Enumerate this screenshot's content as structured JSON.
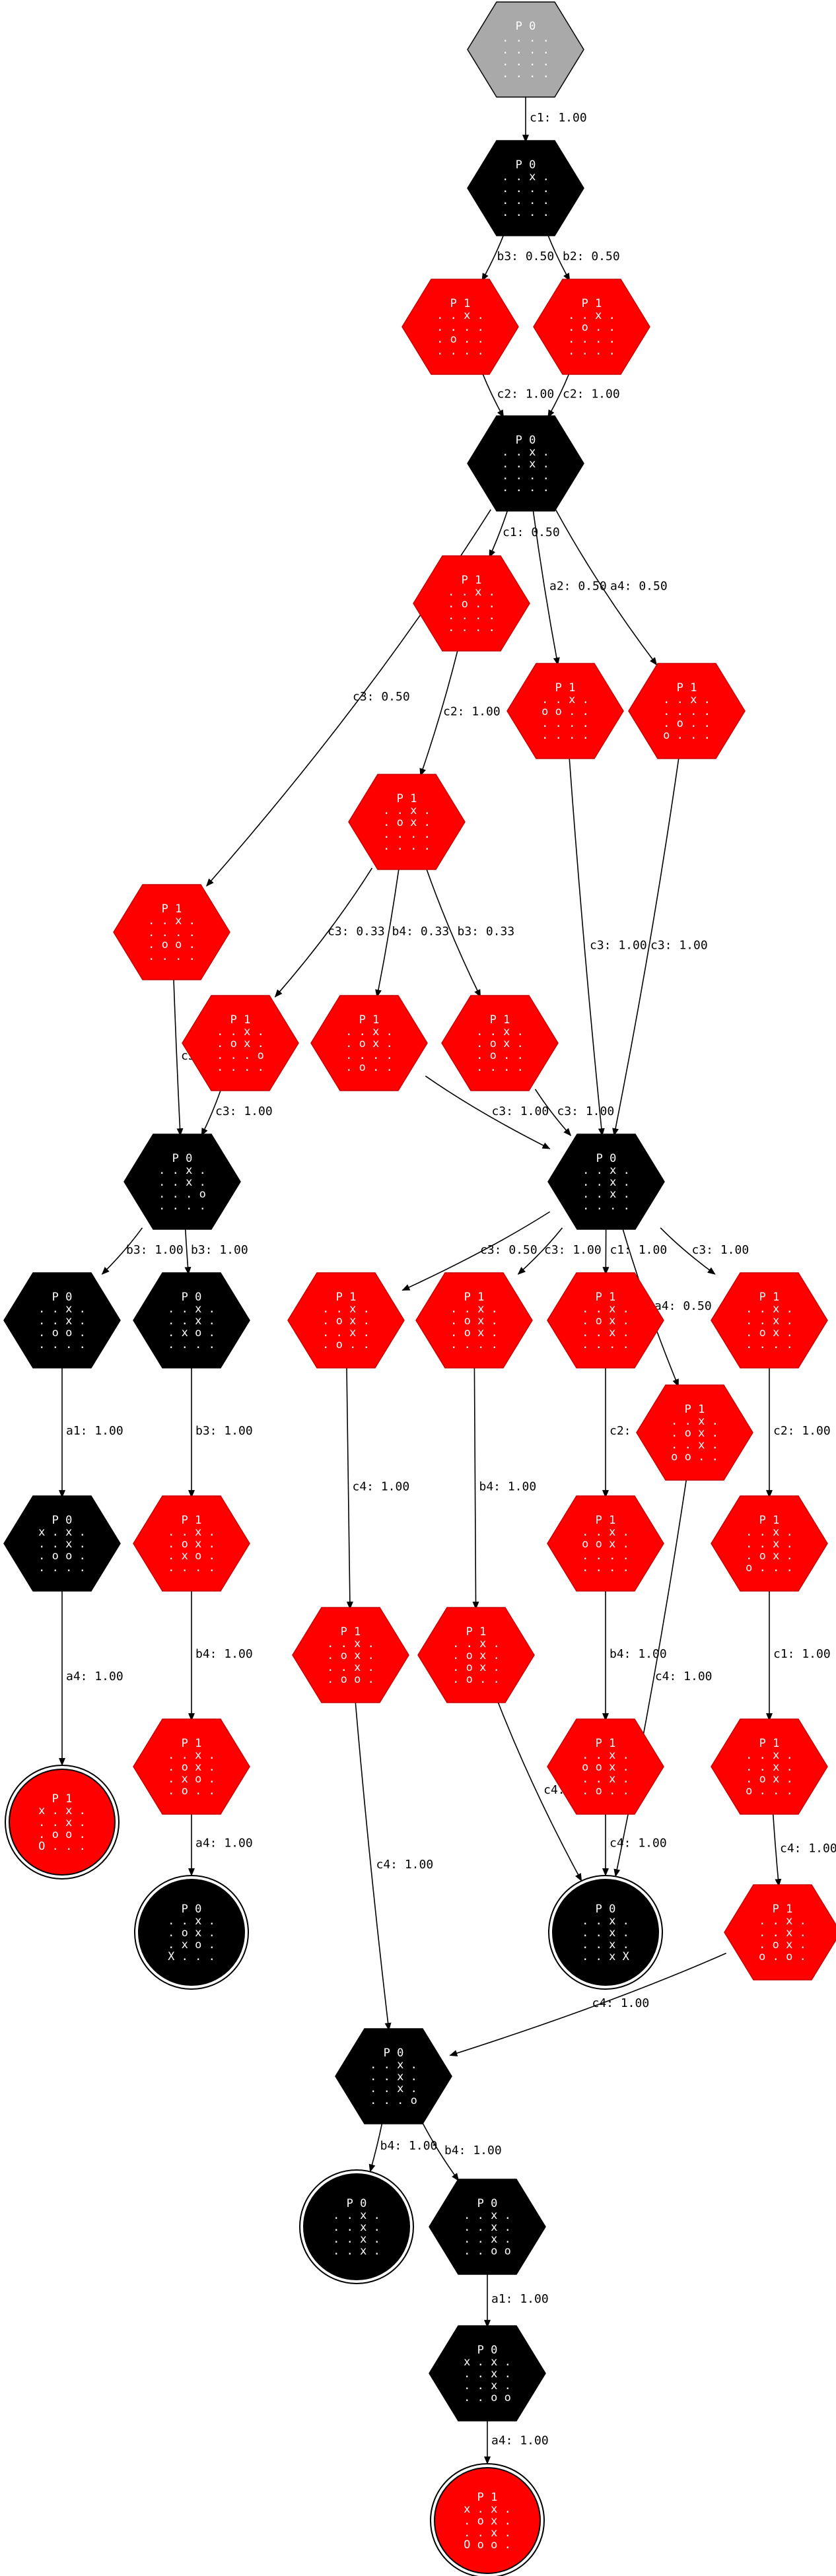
{
  "colors": {
    "p0": "#000000",
    "p1": "#ff0000",
    "root": "#a9a9a9",
    "edge": "#000000",
    "node_text": "#ffffff",
    "edge_text": "#000000"
  },
  "nodes": [
    {
      "id": "n0",
      "kind": "root",
      "shape": "hex",
      "lines": [
        "P 0",
        ". . . .",
        ". . . .",
        ". . . .",
        ". . . ."
      ]
    },
    {
      "id": "n1",
      "kind": "p0",
      "shape": "hex",
      "lines": [
        "P 0",
        ". . x .",
        ". . . .",
        ". . . .",
        ". . . ."
      ]
    },
    {
      "id": "n2",
      "kind": "p1",
      "shape": "hex",
      "lines": [
        "P 1",
        ". . x .",
        ". . . .",
        ". o . .",
        ". . . ."
      ]
    },
    {
      "id": "n3",
      "kind": "p1",
      "shape": "hex",
      "lines": [
        "P 1",
        ". . x .",
        ". o . .",
        ". . . .",
        ". . . ."
      ]
    },
    {
      "id": "n4",
      "kind": "p0",
      "shape": "hex",
      "lines": [
        "P 0",
        ". . x .",
        ". . x .",
        ". . . .",
        ". . . ."
      ]
    },
    {
      "id": "n5",
      "kind": "p1",
      "shape": "hex",
      "lines": [
        "P 1",
        ". . x .",
        ". o . .",
        ". . . .",
        ". . . ."
      ]
    },
    {
      "id": "n6",
      "kind": "p1",
      "shape": "hex",
      "lines": [
        "P 1",
        ". . x .",
        "o o . .",
        ". . . .",
        ". . . ."
      ]
    },
    {
      "id": "n7",
      "kind": "p1",
      "shape": "hex",
      "lines": [
        "P 1",
        ". . x .",
        ". . . .",
        ". o . .",
        "o . . ."
      ]
    },
    {
      "id": "n8",
      "kind": "p1",
      "shape": "hex",
      "lines": [
        "P 1",
        ". . x .",
        ". . . .",
        ". o o .",
        ". . . ."
      ]
    },
    {
      "id": "n9",
      "kind": "p1",
      "shape": "hex",
      "lines": [
        "P 1",
        ". . x .",
        ". o x .",
        ". . . .",
        ". . . ."
      ]
    },
    {
      "id": "n10",
      "kind": "p1",
      "shape": "hex",
      "lines": [
        "P 1",
        ". . x .",
        ". o x .",
        ". . . o",
        ". . . ."
      ]
    },
    {
      "id": "n11",
      "kind": "p1",
      "shape": "hex",
      "lines": [
        "P 1",
        ". . x .",
        ". o x .",
        ". . . .",
        ". o . ."
      ]
    },
    {
      "id": "n12",
      "kind": "p1",
      "shape": "hex",
      "lines": [
        "P 1",
        ". . x .",
        ". o x .",
        ". o . .",
        ". . . ."
      ]
    },
    {
      "id": "n13",
      "kind": "p0",
      "shape": "hex",
      "lines": [
        "P 0",
        ". . x .",
        ". . x .",
        ". . . o",
        ". . . ."
      ]
    },
    {
      "id": "n14",
      "kind": "p0",
      "shape": "hex",
      "lines": [
        "P 0",
        ". . x .",
        ". . x .",
        ". . x .",
        ". . . ."
      ]
    },
    {
      "id": "n15",
      "kind": "p0",
      "shape": "hex",
      "lines": [
        "P 0",
        ". . x .",
        ". . x .",
        ". o o .",
        ". . . ."
      ]
    },
    {
      "id": "n16",
      "kind": "p0",
      "shape": "hex",
      "lines": [
        "P 0",
        ". . x .",
        ". . x .",
        ". x o .",
        ". . . ."
      ]
    },
    {
      "id": "n17",
      "kind": "p0",
      "shape": "hex",
      "lines": [
        "P 0",
        "x . x .",
        ". . x .",
        ". o o .",
        ". . . ."
      ]
    },
    {
      "id": "n18",
      "kind": "p1",
      "shape": "circle",
      "lines": [
        "P 1",
        "x . x .",
        ". . x .",
        ". o o .",
        "O . . ."
      ]
    },
    {
      "id": "n19",
      "kind": "p1",
      "shape": "hex",
      "lines": [
        "P 1",
        ". . x .",
        ". o x .",
        ". x o .",
        ". . . ."
      ]
    },
    {
      "id": "n20",
      "kind": "p1",
      "shape": "hex",
      "lines": [
        "P 1",
        ". . x .",
        ". o x .",
        ". x o .",
        ". o . ."
      ]
    },
    {
      "id": "n21",
      "kind": "p0",
      "shape": "circle",
      "lines": [
        "P 0",
        ". . x .",
        ". o x .",
        ". x o .",
        "X . . ."
      ]
    },
    {
      "id": "n22",
      "kind": "p1",
      "shape": "hex",
      "lines": [
        "P 1",
        ". . x .",
        ". o x .",
        ". . x .",
        ". o . ."
      ]
    },
    {
      "id": "n23",
      "kind": "p1",
      "shape": "hex",
      "lines": [
        "P 1",
        ". . x .",
        ". o x .",
        ". o x .",
        ". . . ."
      ]
    },
    {
      "id": "n24",
      "kind": "p1",
      "shape": "hex",
      "lines": [
        "P 1",
        ". . x .",
        ". o x .",
        ". . x .",
        ". . . ."
      ]
    },
    {
      "id": "n25",
      "kind": "p1",
      "shape": "hex",
      "lines": [
        "P 1",
        ". . x .",
        ". o x .",
        ". . x .",
        "o o . ."
      ]
    },
    {
      "id": "n26",
      "kind": "p1",
      "shape": "hex",
      "lines": [
        "P 1",
        ". . x .",
        ". . x .",
        ". o x .",
        ". . . ."
      ]
    },
    {
      "id": "n27",
      "kind": "p1",
      "shape": "hex",
      "lines": [
        "P 1",
        ". . x .",
        ". o x .",
        ". . x .",
        ". o o ."
      ]
    },
    {
      "id": "n28",
      "kind": "p1",
      "shape": "hex",
      "lines": [
        "P 1",
        ". . x .",
        ". o x .",
        ". o x .",
        ". o . ."
      ]
    },
    {
      "id": "n29",
      "kind": "p1",
      "shape": "hex",
      "lines": [
        "P 1",
        ". . x .",
        "o o x .",
        ". . . .",
        ". . . ."
      ]
    },
    {
      "id": "n30",
      "kind": "p1",
      "shape": "hex",
      "lines": [
        "P 1",
        ". . x .",
        ". . x .",
        ". o x .",
        "o . . ."
      ]
    },
    {
      "id": "n31",
      "kind": "p1",
      "shape": "hex",
      "lines": [
        "P 1",
        ". . x .",
        "o o x .",
        ". . x .",
        ". o . ."
      ]
    },
    {
      "id": "n32",
      "kind": "p0",
      "shape": "circle",
      "lines": [
        "P 0",
        ". . x .",
        ". . x .",
        ". . x .",
        ". . x X"
      ]
    },
    {
      "id": "n33",
      "kind": "p1",
      "shape": "hex",
      "lines": [
        "P 1",
        ". . x .",
        ". . x .",
        ". o x .",
        "o . . ."
      ]
    },
    {
      "id": "n34",
      "kind": "p1",
      "shape": "hex",
      "lines": [
        "P 1",
        ". . x .",
        ". . x .",
        ". o x .",
        "o . . ."
      ]
    },
    {
      "id": "n35",
      "kind": "p1",
      "shape": "hex",
      "lines": [
        "P 1",
        ". . x .",
        ". . x .",
        ". o x .",
        "o . o ."
      ]
    },
    {
      "id": "n36",
      "kind": "p0",
      "shape": "hex",
      "lines": [
        "P 0",
        ". . x .",
        ". . x .",
        ". . x .",
        ". . . o"
      ]
    },
    {
      "id": "n37",
      "kind": "p0",
      "shape": "circle",
      "lines": [
        "P 0",
        ". . x .",
        ". . x .",
        ". . x .",
        ". . x ."
      ]
    },
    {
      "id": "n38",
      "kind": "p0",
      "shape": "hex",
      "lines": [
        "P 0",
        ". . x .",
        ". . x .",
        ". . x .",
        ". . o o"
      ]
    },
    {
      "id": "n39",
      "kind": "p0",
      "shape": "hex",
      "lines": [
        "P 0",
        "x . x .",
        ". . x .",
        ". . x .",
        ". . o o"
      ]
    },
    {
      "id": "n40",
      "kind": "p1",
      "shape": "circle",
      "lines": [
        "P 1",
        "x . x .",
        ". o x .",
        ". . x .",
        "O o o ."
      ]
    }
  ],
  "edges": [
    {
      "from": "n0",
      "to": "n1",
      "label": "c1: 1.00"
    },
    {
      "from": "n1",
      "to": "n2",
      "label": "b3: 0.50"
    },
    {
      "from": "n1",
      "to": "n3",
      "label": "b2: 0.50"
    },
    {
      "from": "n2",
      "to": "n4",
      "label": "c2: 1.00"
    },
    {
      "from": "n3",
      "to": "n4",
      "label": "c2: 1.00"
    },
    {
      "from": "n4",
      "to": "n5",
      "label": "c1: 0.50"
    },
    {
      "from": "n4",
      "to": "n6",
      "label": "a2: 0.50"
    },
    {
      "from": "n4",
      "to": "n7",
      "label": "a4: 0.50"
    },
    {
      "from": "n4",
      "to": "n8",
      "label": "c3: 0.50"
    },
    {
      "from": "n5",
      "to": "n9",
      "label": "c2: 1.00"
    },
    {
      "from": "n9",
      "to": "n10",
      "label": "c3: 0.33"
    },
    {
      "from": "n9",
      "to": "n11",
      "label": "b4: 0.33"
    },
    {
      "from": "n9",
      "to": "n12",
      "label": "b3: 0.33"
    },
    {
      "from": "n6",
      "to": "n14",
      "label": "c3: 1.00"
    },
    {
      "from": "n7",
      "to": "n14",
      "label": "c3: 1.00"
    },
    {
      "from": "n8",
      "to": "n13",
      "label": "c3: 1.00"
    },
    {
      "from": "n10",
      "to": "n13",
      "label": "c3: 1.00"
    },
    {
      "from": "n11",
      "to": "n14",
      "label": "c3: 1.00"
    },
    {
      "from": "n12",
      "to": "n14",
      "label": "c3: 1.00"
    },
    {
      "from": "n13",
      "to": "n15",
      "label": "b3: 1.00"
    },
    {
      "from": "n13",
      "to": "n16",
      "label": "b3: 1.00"
    },
    {
      "from": "n15",
      "to": "n17",
      "label": "a1: 1.00"
    },
    {
      "from": "n17",
      "to": "n18",
      "label": "a4: 1.00"
    },
    {
      "from": "n16",
      "to": "n19",
      "label": "b3: 1.00"
    },
    {
      "from": "n19",
      "to": "n20",
      "label": "b4: 1.00"
    },
    {
      "from": "n20",
      "to": "n21",
      "label": "a4: 1.00"
    },
    {
      "from": "n14",
      "to": "n22",
      "label": "c3: 0.50"
    },
    {
      "from": "n14",
      "to": "n23",
      "label": "c3: 1.00"
    },
    {
      "from": "n14",
      "to": "n24",
      "label": "c1: 1.00"
    },
    {
      "from": "n14",
      "to": "n25",
      "label": "a4: 0.50"
    },
    {
      "from": "n14",
      "to": "n26",
      "label": "c3: 1.00"
    },
    {
      "from": "n22",
      "to": "n27",
      "label": "c4: 1.00"
    },
    {
      "from": "n23",
      "to": "n28",
      "label": "b4: 1.00"
    },
    {
      "from": "n24",
      "to": "n29",
      "label": "c2: 1.00"
    },
    {
      "from": "n26",
      "to": "n30",
      "label": "c2: 1.00"
    },
    {
      "from": "n29",
      "to": "n31",
      "label": "b4: 1.00"
    },
    {
      "from": "n30",
      "to": "n33",
      "label": "c1: 1.00"
    },
    {
      "from": "n28",
      "to": "n32",
      "label": "c4: 1.00"
    },
    {
      "from": "n31",
      "to": "n32",
      "label": "c4: 1.00"
    },
    {
      "from": "n25",
      "to": "n32",
      "label": "c4: 1.00"
    },
    {
      "from": "n33",
      "to": "n35",
      "label": "c4: 1.00"
    },
    {
      "from": "n27",
      "to": "n36",
      "label": "c4: 1.00"
    },
    {
      "from": "n35",
      "to": "n36",
      "label": "c4: 1.00"
    },
    {
      "from": "n36",
      "to": "n37",
      "label": "b4: 1.00"
    },
    {
      "from": "n36",
      "to": "n38",
      "label": "b4: 1.00"
    },
    {
      "from": "n38",
      "to": "n39",
      "label": "a1: 1.00"
    },
    {
      "from": "n39",
      "to": "n40",
      "label": "a4: 1.00"
    }
  ]
}
